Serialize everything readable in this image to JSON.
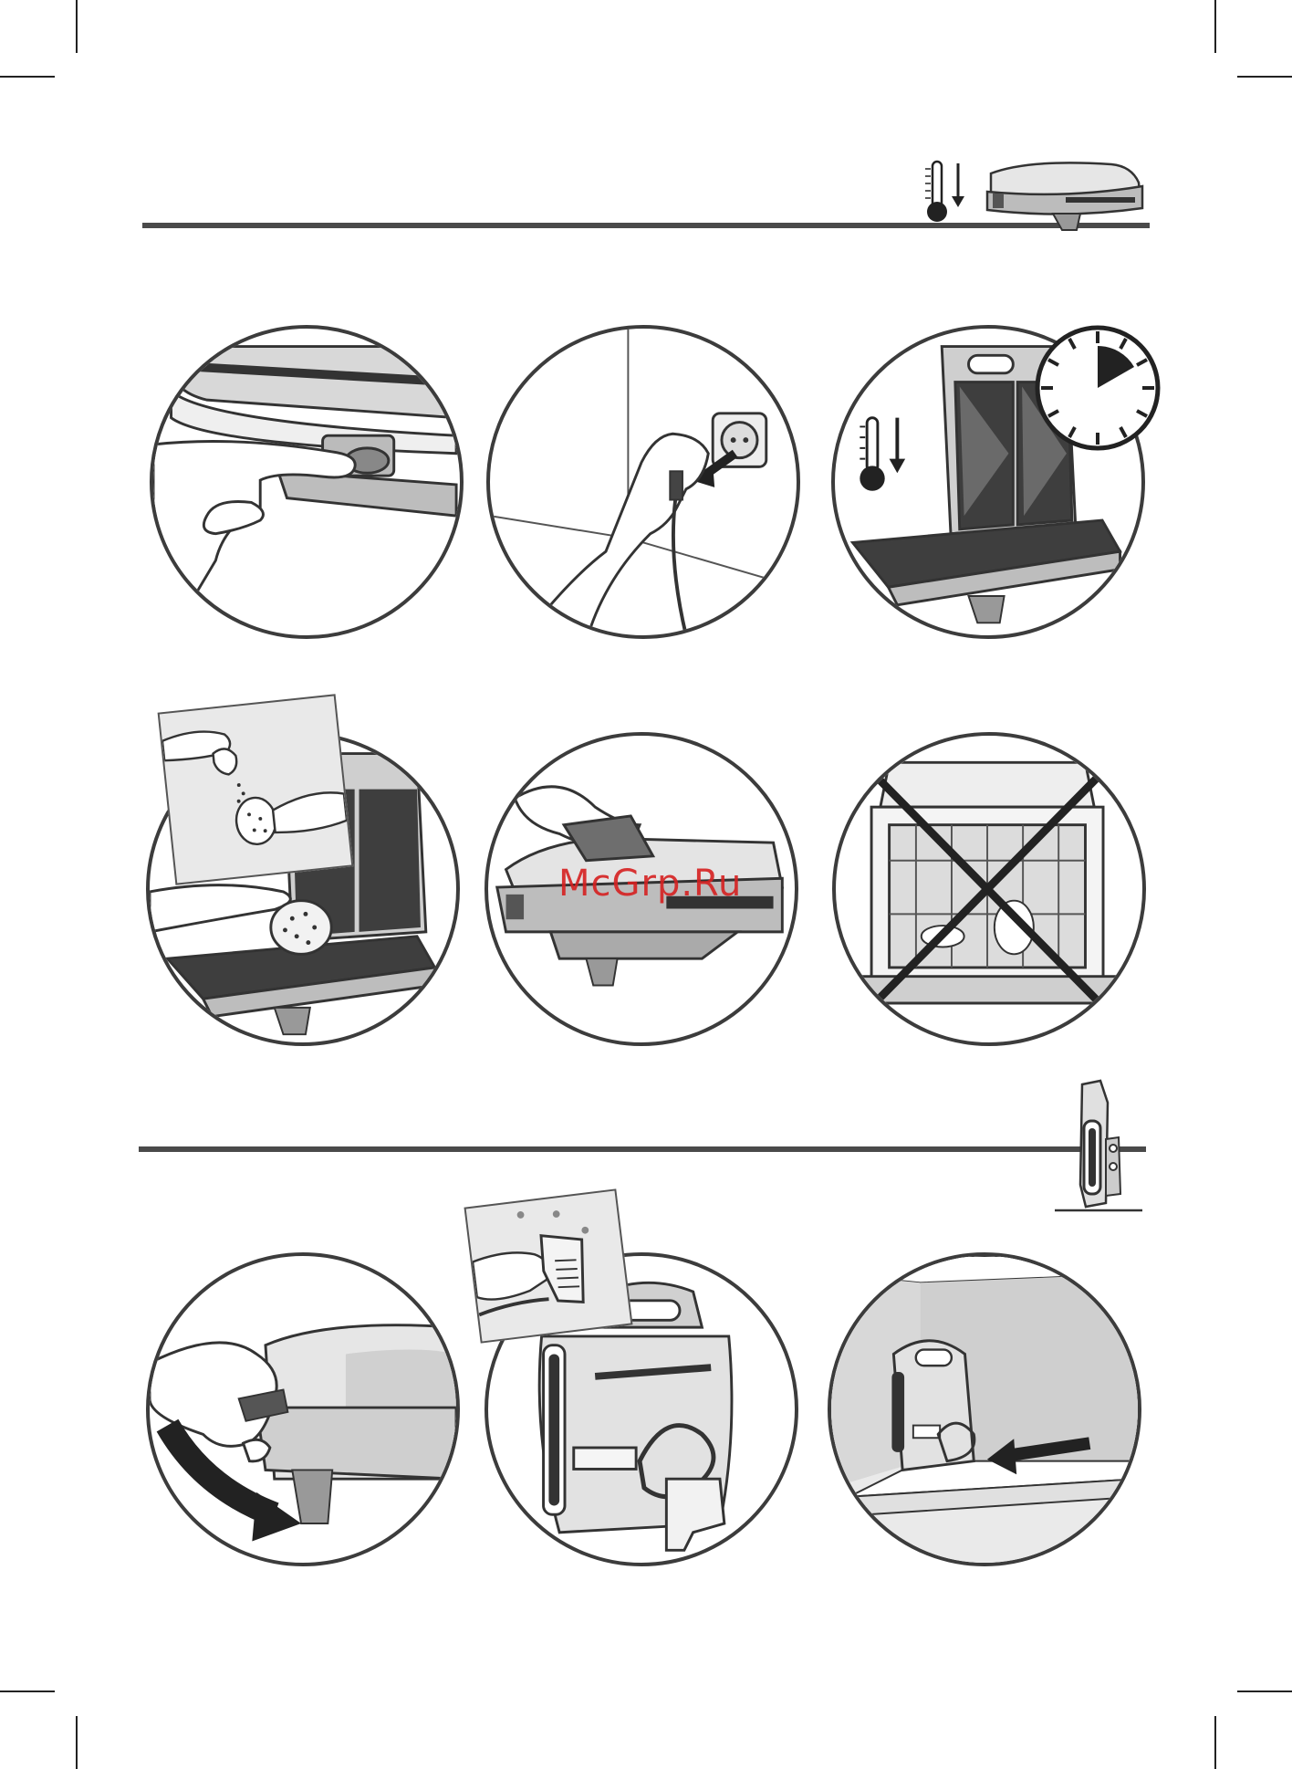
{
  "watermark": {
    "text": "McGrp.Ru"
  },
  "colors": {
    "ink": "#3c3c3c",
    "rule": "#4a4a4a",
    "watermark": "#d62020",
    "appliance_fill": "#d9d9d9",
    "plate_fill": "#555555"
  },
  "sections": [
    {
      "id": "cleaning",
      "header_icons": [
        "thermometer-down-icon",
        "closed-sandwich-maker-icon"
      ],
      "steps": [
        "press-unlock-button",
        "unplug-from-socket",
        "let-cool-timer",
        "clean-plates-with-sponge",
        "wipe-exterior-with-cloth",
        "no-dishwasher"
      ]
    },
    {
      "id": "storage",
      "header_icons": [
        "upright-storage-icon"
      ],
      "steps": [
        "lock-handle",
        "wrap-cord",
        "store-upright-in-cupboard"
      ]
    }
  ]
}
